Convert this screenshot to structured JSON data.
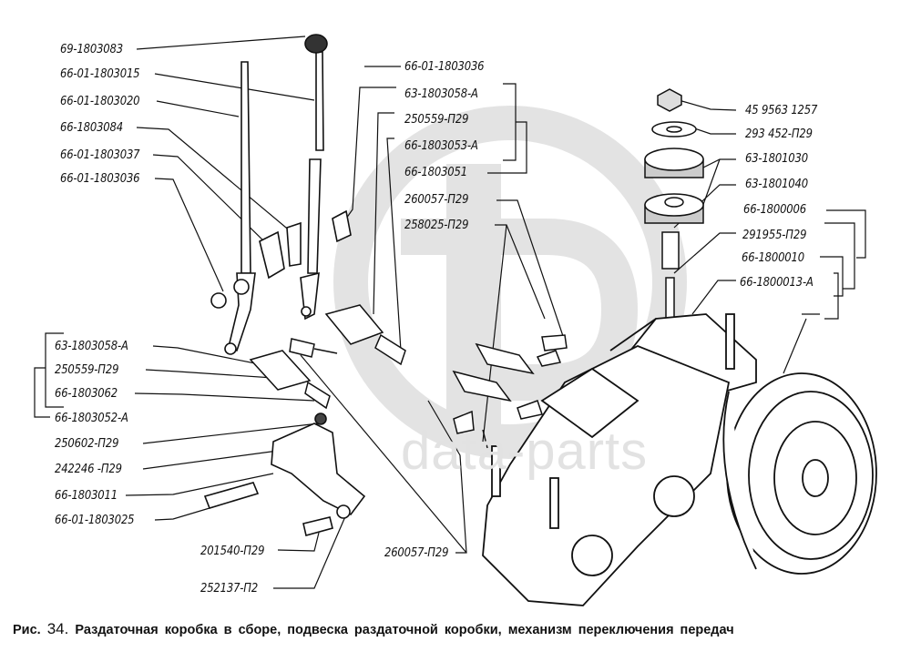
{
  "figure": {
    "caption_prefix": "Рис.",
    "caption_number": "34.",
    "caption_text": "Раздаточная коробка в сборе, подвеска раздаточной коробки, механизм переключения передач",
    "watermark": "data-parts"
  },
  "labels": {
    "left_top": [
      "69-1803083",
      "66-01-1803015",
      "66-01-1803020",
      "66-1803084",
      "66-01-1803037",
      "66-01-1803036"
    ],
    "left_bottom": [
      "63-1803058-А",
      "250559-П29",
      "66-1803062",
      "66-1803052-А",
      "250602-П29",
      "242246 -П29",
      "66-1803011",
      "66-01-1803025"
    ],
    "center": [
      "66-01-1803036",
      "63-1803058-А",
      "250559-П29",
      "66-1803053-А",
      "66-1803051",
      "260057-П29",
      "258025-П29"
    ],
    "right": [
      "45 9563 1257",
      "293 452-П29",
      "63-1801030",
      "63-1801040",
      "66-1800006",
      "291955-П29",
      "66-1800010",
      "66-1800013-А"
    ],
    "bottom": [
      "201540-П29",
      "252137-П2",
      "260057-П29"
    ]
  }
}
